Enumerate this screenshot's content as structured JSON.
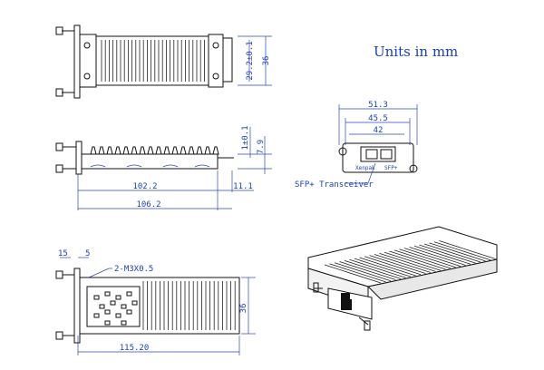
{
  "units_note": "Units in mm",
  "top_view": {
    "dim_height_outer": "36",
    "dim_height_inner": "29.2±0.1"
  },
  "side_view": {
    "dim_small_top": "1±0.1",
    "dim_height": "7.9",
    "dim_length_a": "102.2",
    "dim_step": "11.1",
    "dim_length_b": "106.2"
  },
  "front_view": {
    "dim_width_outer": "51.3",
    "dim_width_mid": "45.5",
    "dim_width_inner": "42",
    "label_left": "Xenpak",
    "label_right": "SFP+",
    "callout": "SFP+ Transceiver"
  },
  "bottom_view": {
    "dim_left": "15",
    "dim_small": "5",
    "hole_callout": "2-M3X0.5",
    "dim_height": "36",
    "dim_length": "115.20"
  }
}
